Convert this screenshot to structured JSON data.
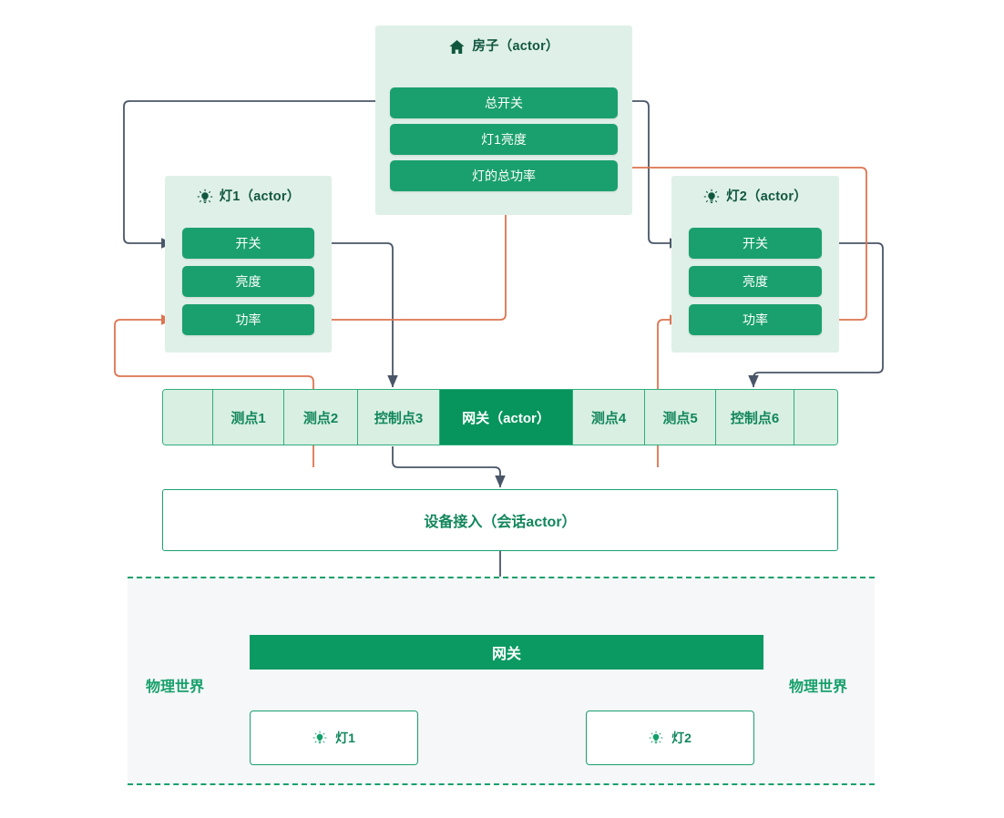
{
  "colors": {
    "panel_bg": "#dff0e8",
    "prop_green": "#1aa06e",
    "deep_green": "#07955d",
    "cell_bg": "#d8efe2",
    "cell_border": "#2fae7d",
    "text_green": "#12865c",
    "title_green": "#115740",
    "arrow_dark": "#4a5568",
    "arrow_orange": "#dd7450",
    "phys_bg": "#f5f7f8",
    "dash_green": "#17a06b"
  },
  "house_actor": {
    "icon": "house-icon",
    "title": "房子（actor）",
    "properties": [
      {
        "label": "总开关"
      },
      {
        "label": "灯1亮度"
      },
      {
        "label": "灯的总功率"
      }
    ]
  },
  "lamp1_actor": {
    "icon": "lightbulb-icon",
    "title": "灯1（actor）",
    "properties": [
      {
        "label": "开关"
      },
      {
        "label": "亮度"
      },
      {
        "label": "功率"
      }
    ]
  },
  "lamp2_actor": {
    "icon": "lightbulb-icon",
    "title": "灯2（actor）",
    "properties": [
      {
        "label": "开关"
      },
      {
        "label": "亮度"
      },
      {
        "label": "功率"
      }
    ]
  },
  "point_row": {
    "cells": [
      {
        "label": "",
        "type": "pad"
      },
      {
        "label": "测点1",
        "type": "point"
      },
      {
        "label": "测点2",
        "type": "point"
      },
      {
        "label": "控制点3",
        "type": "point"
      },
      {
        "label": "网关（actor）",
        "type": "actor"
      },
      {
        "label": "测点4",
        "type": "point"
      },
      {
        "label": "测点5",
        "type": "point"
      },
      {
        "label": "控制点6",
        "type": "point"
      },
      {
        "label": "",
        "type": "pad"
      }
    ]
  },
  "device_access": {
    "label": "设备接入（会话actor）"
  },
  "physical_world": {
    "label_left": "物理世界",
    "label_right": "物理世界",
    "gateway": {
      "label": "网关"
    },
    "lamps": [
      {
        "label": "灯1",
        "icon": "lightbulb-icon"
      },
      {
        "label": "灯2",
        "icon": "lightbulb-icon"
      }
    ]
  }
}
